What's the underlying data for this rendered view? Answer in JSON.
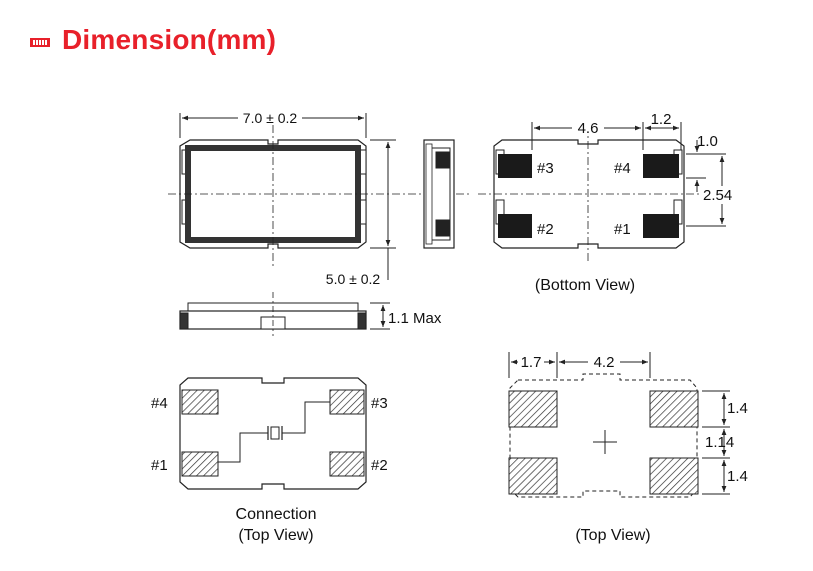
{
  "header": {
    "title": "Dimension(mm)",
    "icon": "ruler-icon",
    "color": "#e8202a"
  },
  "top_view": {
    "width_dim": "7.0 ± 0.2",
    "height_dim": "5.0 ± 0.2"
  },
  "side_view": {
    "height_dim": "1.1 Max"
  },
  "bottom_view": {
    "dim_pad_pitch": "4.6",
    "dim_pad_width": "1.2",
    "dim_pad_height": "1.0",
    "dim_row_pitch": "2.54",
    "pads": [
      "#3",
      "#4",
      "#2",
      "#1"
    ],
    "caption": "(Bottom View)"
  },
  "connection": {
    "pads": [
      "#4",
      "#3",
      "#1",
      "#2"
    ],
    "caption_line1": "Connection",
    "caption_line2": "(Top View)"
  },
  "footprint": {
    "dim_left": "1.7",
    "dim_pitch": "4.2",
    "dim_pad_h1": "1.4",
    "dim_gap": "1.14",
    "dim_pad_h2": "1.4",
    "caption": "(Top View)"
  }
}
